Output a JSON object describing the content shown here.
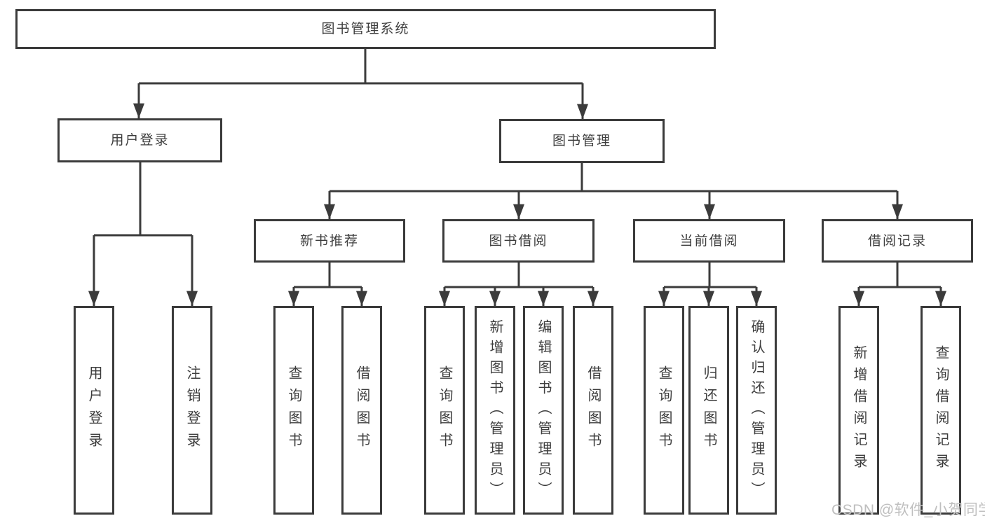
{
  "tree": {
    "root": {
      "label": "图书管理系统",
      "children": [
        {
          "label": "用户登录",
          "children": [
            {
              "label": "用户登录"
            },
            {
              "label": "注销登录"
            }
          ]
        },
        {
          "label": "图书管理",
          "children": [
            {
              "label": "新书推荐",
              "children": [
                {
                  "label": "查询图书"
                },
                {
                  "label": "借阅图书"
                }
              ]
            },
            {
              "label": "图书借阅",
              "children": [
                {
                  "label": "查询图书"
                },
                {
                  "label": "新增图书（管理员）"
                },
                {
                  "label": "编辑图书（管理员）"
                },
                {
                  "label": "借阅图书"
                }
              ]
            },
            {
              "label": "当前借阅",
              "children": [
                {
                  "label": "查询图书"
                },
                {
                  "label": "归还图书"
                },
                {
                  "label": "确认归还（管理员）"
                }
              ]
            },
            {
              "label": "借阅记录",
              "children": [
                {
                  "label": "新增借阅记录"
                },
                {
                  "label": "查询借阅记录"
                }
              ]
            }
          ]
        }
      ]
    }
  },
  "watermark": {
    "text": "CSDN @软件_小贺同学"
  },
  "colors": {
    "line": "#3b3b3b",
    "box_border": "#3b3b3b",
    "text": "#3d3d3d",
    "background": "#ffffff",
    "watermark": "#bfbfbf"
  }
}
